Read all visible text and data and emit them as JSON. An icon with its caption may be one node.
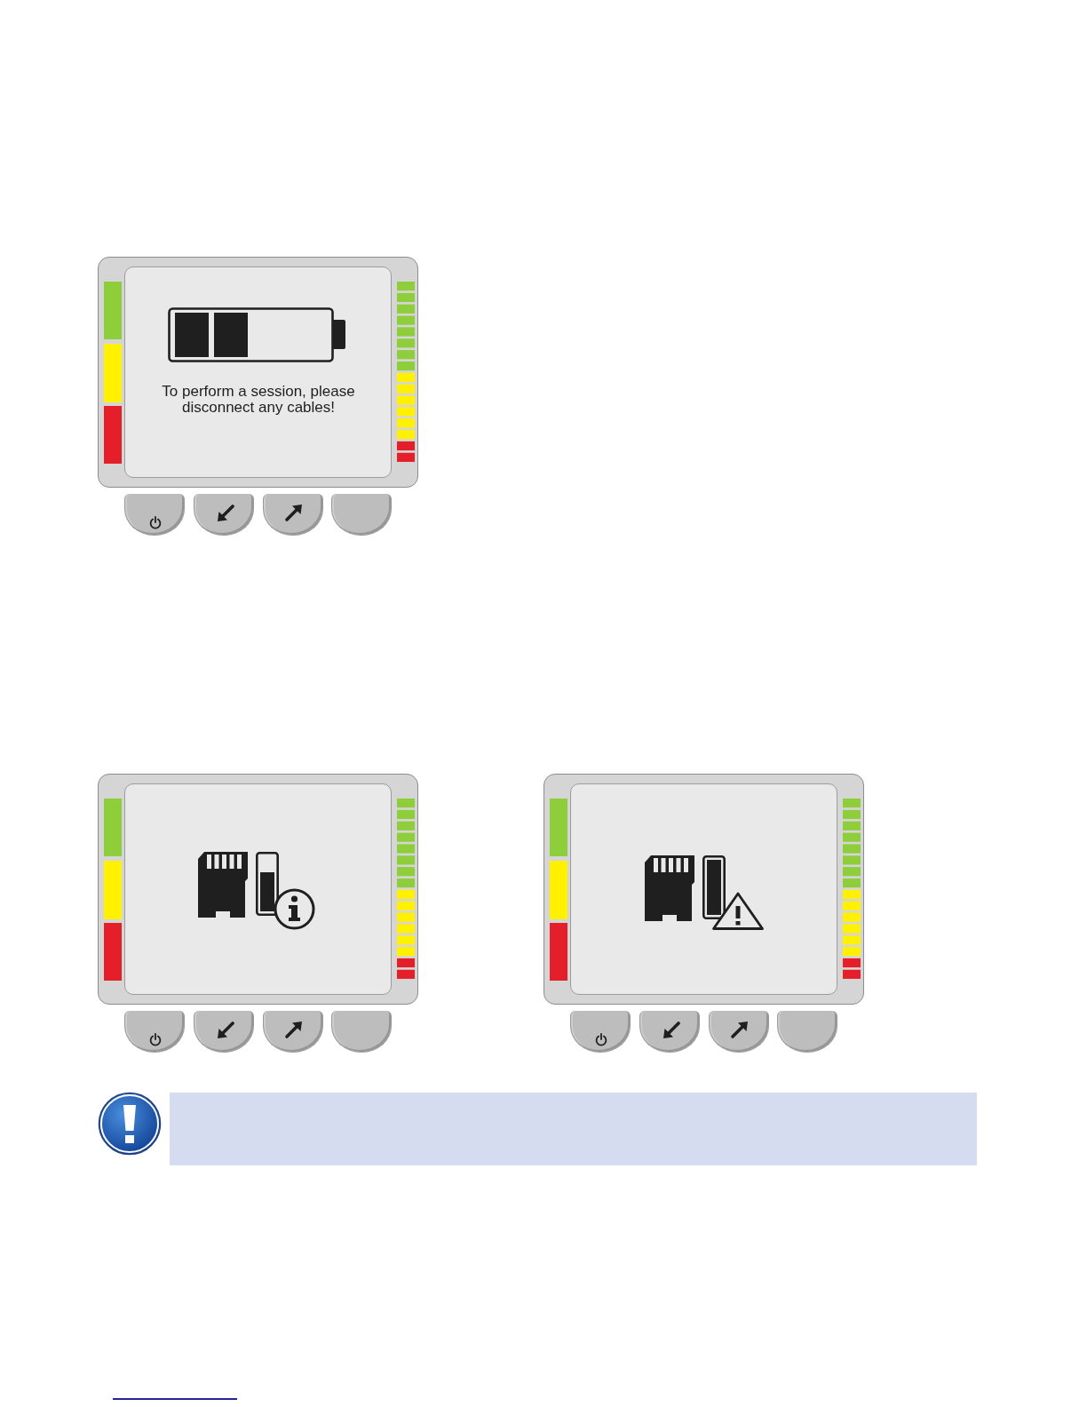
{
  "diagram": {
    "nodes": [
      {
        "text": [
          "To perform a session, please disconnect any cables!"
        ]
      },
      {
        "text": [],
        "shape": "box"
      },
      {
        "text": [],
        "shape": "box"
      }
    ]
  }
}
